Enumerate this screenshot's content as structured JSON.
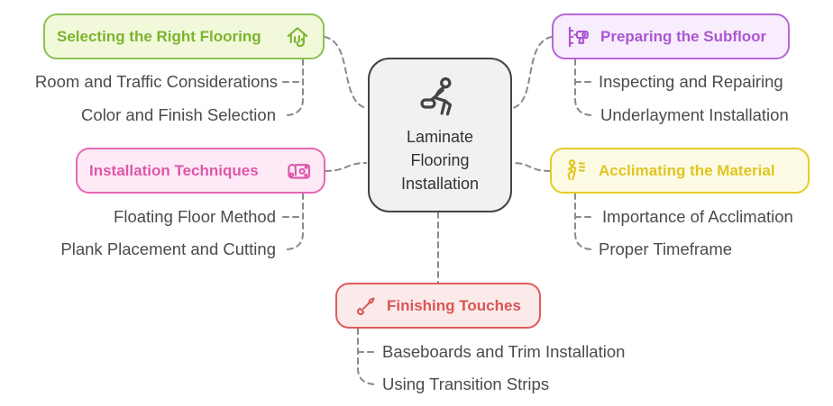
{
  "diagram": {
    "type": "mindmap"
  },
  "colors": {
    "background": "#ffffff",
    "connector": "#8a8a8a",
    "leaf_text": "#4b4b4b"
  },
  "center": {
    "lines": [
      "Laminate",
      "Flooring",
      "Installation"
    ],
    "icon": "floor-installer-icon",
    "colors": {
      "border": "#434343",
      "bg": "#f1f1f1",
      "text": "#333333"
    }
  },
  "branches": [
    {
      "label": "Selecting the Right Flooring",
      "icon": "house-select-icon",
      "colors": {
        "border": "#8cc152",
        "bg": "#f2f9db",
        "text": "#7cb32e"
      },
      "children": [
        "Room and Traffic Considerations",
        "Color and Finish Selection"
      ]
    },
    {
      "label": "Preparing the Subfloor",
      "icon": "drill-icon",
      "colors": {
        "border": "#b666d8",
        "bg": "#f8edfc",
        "text": "#ab57d3"
      },
      "children": [
        "Inspecting and Repairing",
        "Underlayment Installation"
      ]
    },
    {
      "label": "Installation Techniques",
      "icon": "flooring-roll-icon",
      "colors": {
        "border": "#e667b4",
        "bg": "#fdeaf6",
        "text": "#dd57ab"
      },
      "children": [
        "Floating Floor Method",
        "Plank Placement and Cutting"
      ]
    },
    {
      "label": "Acclimating the Material",
      "icon": "acclimating-person-icon",
      "colors": {
        "border": "#e2cd27",
        "bg": "#fdfbe4",
        "text": "#dfc522"
      },
      "children": [
        "Importance of Acclimation",
        "Proper Timeframe"
      ]
    },
    {
      "label": "Finishing Touches",
      "icon": "screwdriver-icon",
      "colors": {
        "border": "#df5b5b",
        "bg": "#fbeaea",
        "text": "#d95555"
      },
      "children": [
        "Baseboards and Trim Installation",
        "Using Transition Strips"
      ]
    }
  ]
}
